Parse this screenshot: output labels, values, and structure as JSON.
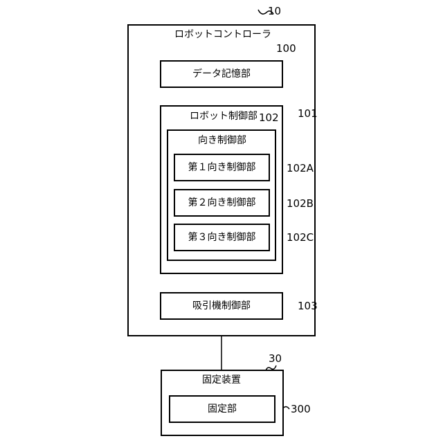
{
  "controller": {
    "title": "ロボットコントローラ",
    "ref": "10",
    "data_storage": {
      "label": "データ記憶部",
      "ref": "100"
    },
    "robot_control": {
      "label": "ロボット制御部",
      "ref": "101",
      "orientation_control": {
        "label": "向き制御部",
        "ref": "102",
        "units": [
          {
            "label": "第１向き制御部",
            "ref": "102A"
          },
          {
            "label": "第２向き制御部",
            "ref": "102B"
          },
          {
            "label": "第３向き制御部",
            "ref": "102C"
          }
        ]
      }
    },
    "suction_control": {
      "label": "吸引機制御部",
      "ref": "103"
    }
  },
  "fixing_device": {
    "title": "固定装置",
    "ref": "30",
    "fixing_unit": {
      "label": "固定部",
      "ref": "300"
    }
  }
}
